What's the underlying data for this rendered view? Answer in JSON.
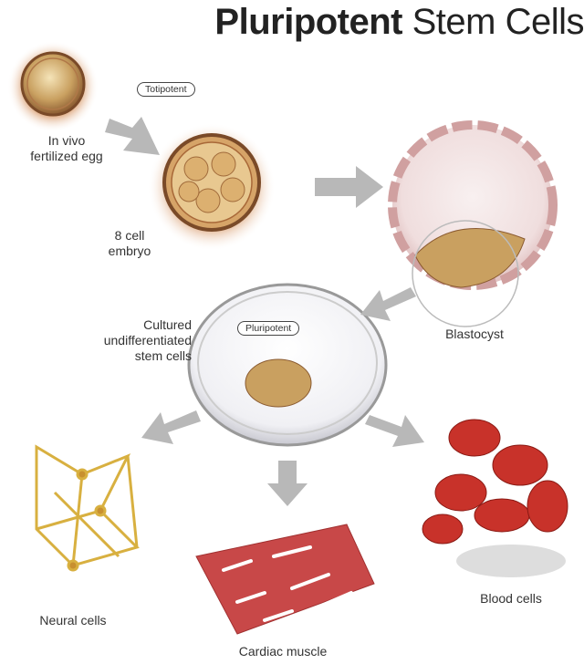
{
  "title": {
    "bold": "Pluripotent",
    "regular": " Stem Cells"
  },
  "badges": {
    "totipotent": "Totipotent",
    "pluripotent": "Pluripotent"
  },
  "labels": {
    "egg": [
      "In vivo",
      "fertilized egg"
    ],
    "embryo": [
      "8 cell",
      "embryo"
    ],
    "blastocyst": "Blastocyst",
    "cultured": [
      "Cultured",
      "undifferentiated",
      "stem cells"
    ],
    "neural": "Neural cells",
    "cardiac": "Cardiac muscle",
    "blood": "Blood cells"
  },
  "colors": {
    "arrow": "#b8b8b8",
    "egg": "#c98a5a",
    "blood": "#c8322a",
    "neural": "#d8b040",
    "muscle": "#c84848"
  }
}
